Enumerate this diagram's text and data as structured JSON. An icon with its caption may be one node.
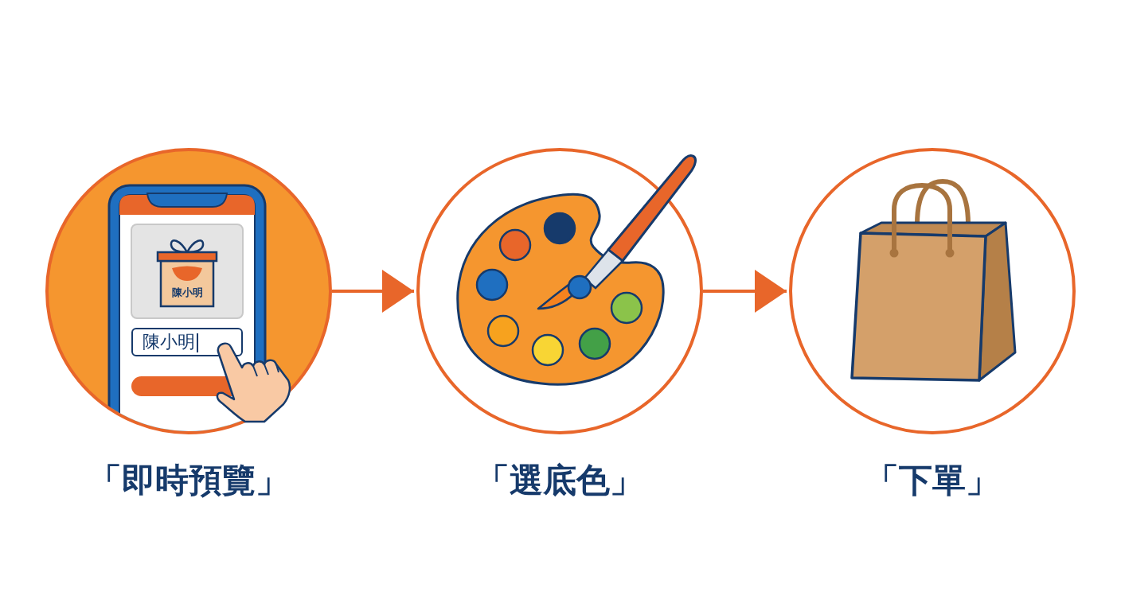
{
  "diagram": {
    "nodes": [
      {
        "text": [
          "「即時預覽」"
        ]
      },
      {
        "text": [
          "「選底色」"
        ]
      },
      {
        "text": [
          "「下單」"
        ]
      }
    ],
    "edges": [
      {
        "from": 0,
        "to": 1,
        "arrow": "to"
      },
      {
        "from": 1,
        "to": 2,
        "arrow": "to"
      }
    ],
    "labels": [
      "陳小明",
      "陳小明"
    ]
  }
}
